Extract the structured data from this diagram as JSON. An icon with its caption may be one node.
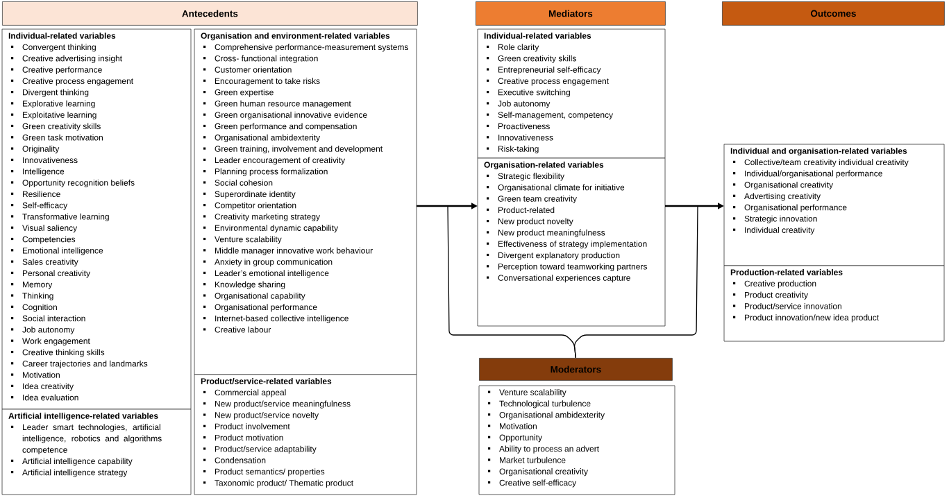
{
  "diagram": {
    "nodes": [
      {
        "text": [
          "Antecedents"
        ]
      },
      {
        "text": [
          "Mediators"
        ]
      },
      {
        "text": [
          "Outcomes"
        ]
      },
      {
        "text": [
          "Individual-related variables",
          "Convergent thinking",
          "Creative advertising insight",
          "Creative performance",
          "Creative process engagement",
          "Divergent thinking",
          "Explorative learning",
          "Exploitative learning",
          "Green creativity skills",
          "Green task motivation",
          "Originality",
          "Innovativeness",
          "Intelligence",
          "Opportunity recognition beliefs",
          "Resilience",
          "Self-efficacy",
          "Transformative learning",
          "Visual saliency",
          "Competencies",
          "Emotional intelligence",
          "Sales creativity",
          "Personal creativity",
          "Memory",
          "Thinking",
          "Cognition",
          "Social interaction",
          "Job autonomy",
          "Work engagement",
          "Creative thinking skills",
          "Career trajectories and landmarks",
          "Motivation",
          "Idea creativity",
          "Idea evaluation"
        ]
      },
      {
        "text": [
          "Artificial intelligence-related variables",
          "Leader smart technologies, artificial intelligence, robotics and algorithms competence",
          "Artificial intelligence capability",
          "Artificial intelligence strategy"
        ]
      },
      {
        "text": [
          "Organisation and environment-related variables",
          "Comprehensive performance-measurement systems",
          "Cross- functional integration",
          "Customer orientation",
          "Encouragement to take risks",
          "Green expertise",
          "Green human resource management",
          "Green organisational innovative evidence",
          "Green performance and compensation",
          "Organisational ambidexterity",
          "Green training, involvement and development",
          "Leader encouragement of creativity",
          "Planning process formalization",
          "Social cohesion",
          "Superordinate identity",
          "Competitor orientation",
          "Creativity marketing strategy",
          "Environmental dynamic capability",
          "Venture scalability",
          "Middle manager innovative work behaviour",
          "Anxiety in group communication",
          "Leader’s emotional intelligence",
          "Knowledge sharing",
          "Organisational capability",
          "Organisational performance",
          "Internet-based collective intelligence",
          "Creative labour"
        ]
      },
      {
        "text": [
          "Product/service-related variables",
          "Commercial appeal",
          "New product/service meaningfulness",
          "New product/service novelty",
          "Product involvement",
          "Product motivation",
          "Product/service adaptability",
          "Condensation",
          "Product semantics/ properties",
          "Taxonomic product/ Thematic product"
        ]
      },
      {
        "text": [
          "Individual-related variables",
          "Role clarity",
          "Green creativity skills",
          "Entrepreneurial self-efficacy",
          "Creative process engagement",
          "Executive switching",
          "Job autonomy",
          "Self-management, competency",
          "Proactiveness",
          "Innovativeness",
          "Risk-taking"
        ]
      },
      {
        "text": [
          "Organisation-related variables",
          "Strategic flexibility",
          "Organisational climate for initiative",
          "Green team creativity",
          "Product-related",
          "New product novelty",
          "New product meaningfulness",
          "Effectiveness of strategy implementation",
          "Divergent explanatory production",
          "Perception toward teamworking partners",
          "Conversational experiences capture"
        ]
      },
      {
        "text": [
          "Individual and organisation-related variables",
          "Collective/team creativity individual creativity",
          "Individual/organisational performance",
          "Organisational creativity",
          "Advertising creativity",
          "Organisational performance",
          "Strategic innovation",
          "Individual creativity"
        ]
      },
      {
        "text": [
          "Production-related variables",
          "Creative production",
          "Product creativity",
          "Product/service innovation",
          "Product innovation/new idea product"
        ]
      },
      {
        "text": [
          "Moderators"
        ]
      },
      {
        "text": [
          "Venture scalability",
          "Technological turbulence",
          "Organisational ambidexterity",
          "Motivation",
          "Opportunity",
          "Ability to process an advert",
          "Market turbulence",
          "Organisational creativity",
          "Creative self-efficacy"
        ]
      }
    ],
    "edges": [
      {
        "from": 5,
        "to": 8,
        "arrow": "to"
      },
      {
        "from": 8,
        "to": 9,
        "arrow": "to"
      },
      {
        "from": 11,
        "to": null,
        "arrow": "none"
      },
      {
        "from": 11,
        "to": null,
        "arrow": "none"
      }
    ]
  }
}
